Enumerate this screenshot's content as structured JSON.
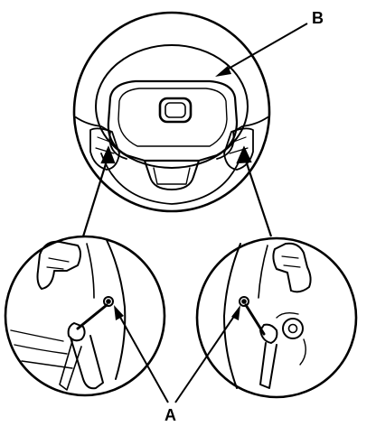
{
  "diagram": {
    "callouts": [
      {
        "id": "A",
        "label": "A"
      },
      {
        "id": "B",
        "label": "B"
      }
    ]
  },
  "colors": {
    "line": "#000000",
    "background": "#ffffff"
  }
}
